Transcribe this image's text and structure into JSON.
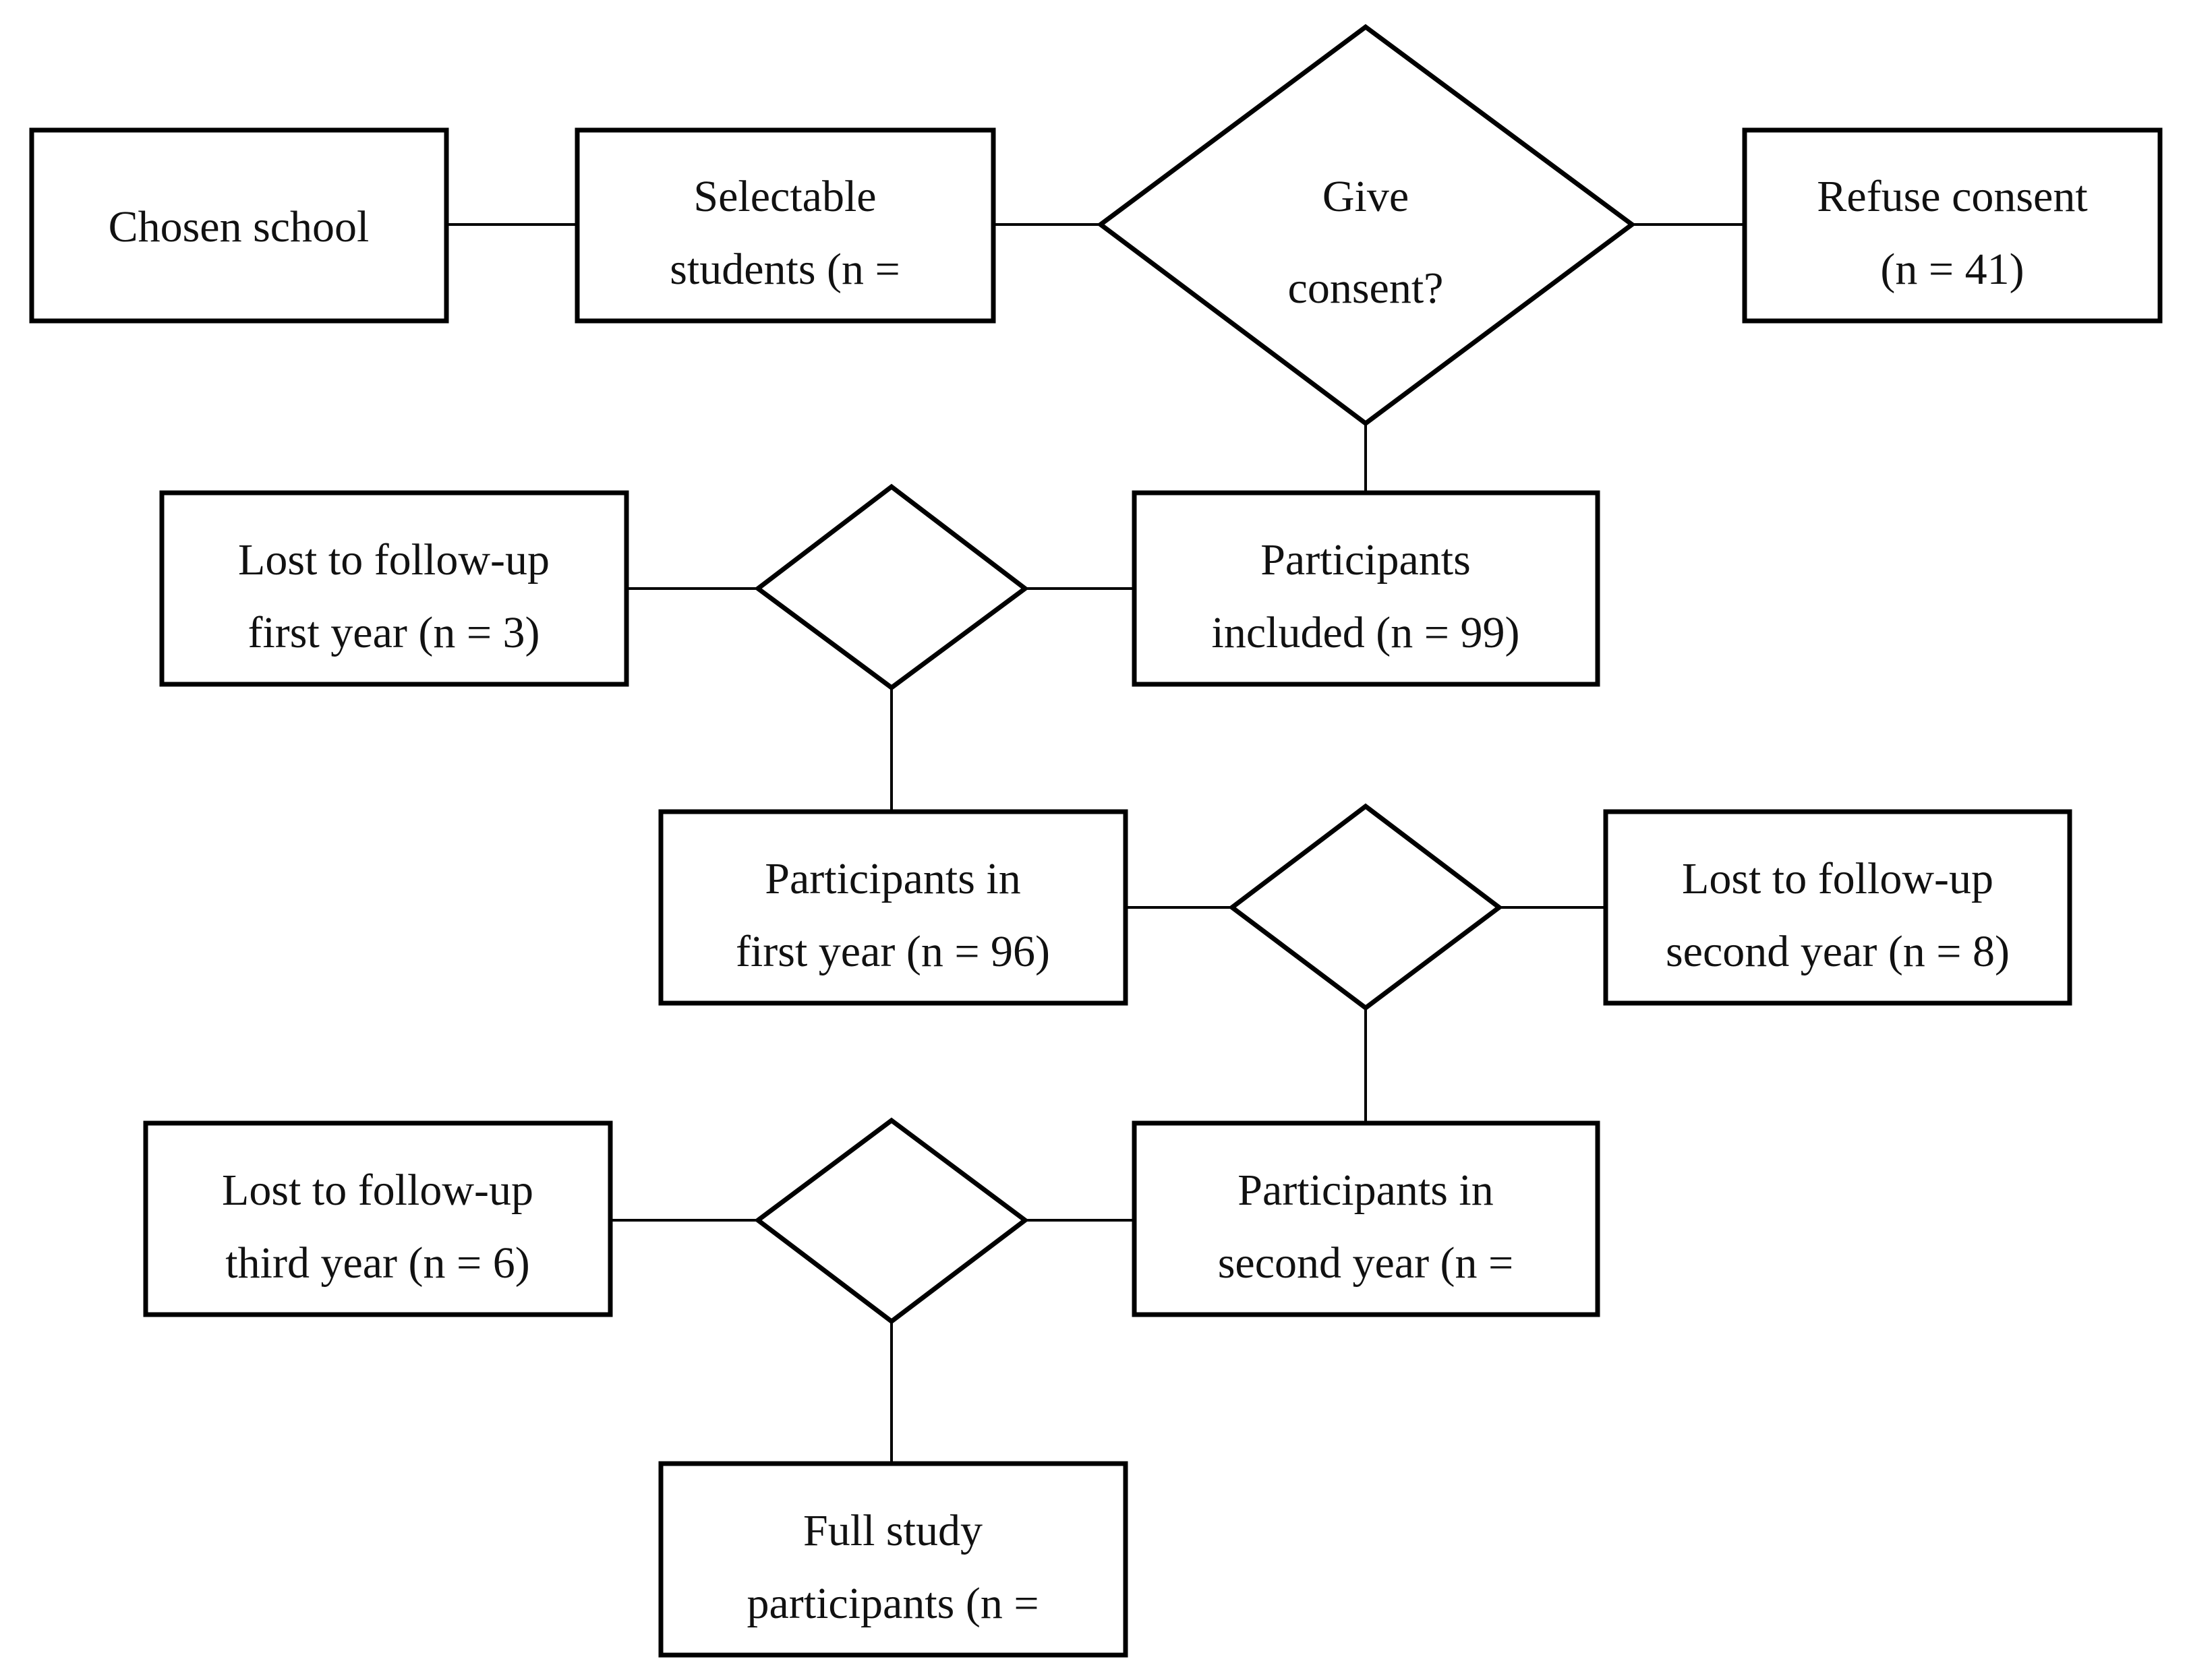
{
  "nodes": {
    "chosen_school": {
      "line1": "Chosen school"
    },
    "selectable_students": {
      "line1": "Selectable",
      "line2": "students (n ="
    },
    "give_consent": {
      "line1": "Give",
      "line2": "consent?"
    },
    "refuse_consent": {
      "line1": "Refuse consent",
      "line2": "(n = 41)"
    },
    "participants_included": {
      "line1": "Participants",
      "line2": "included (n = 99)"
    },
    "lost_first_year": {
      "line1": "Lost to follow-up",
      "line2": "first year (n = 3)"
    },
    "participants_first_year": {
      "line1": "Participants in",
      "line2": "first year (n = 96)"
    },
    "lost_second_year": {
      "line1": "Lost to follow-up",
      "line2": "second year (n = 8)"
    },
    "participants_second_year": {
      "line1": "Participants in",
      "line2": "second year (n ="
    },
    "lost_third_year": {
      "line1": "Lost to follow-up",
      "line2": "third year (n = 6)"
    },
    "full_study": {
      "line1": "Full study",
      "line2": "participants (n ="
    }
  }
}
